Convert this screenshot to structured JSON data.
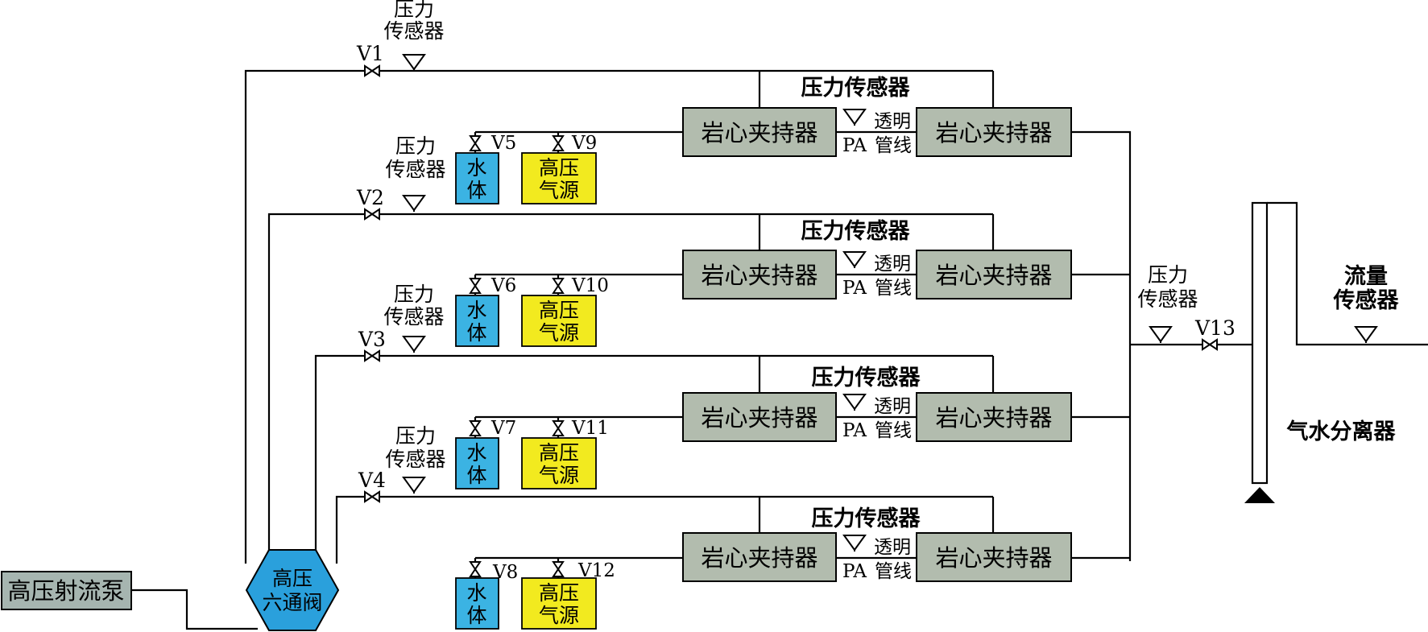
{
  "labels": {
    "pressure_sensor": "压力传感器",
    "pressure_line1": "压力",
    "pressure_line2": "传感器",
    "core_holder": "岩心夹持器",
    "water_line1": "水",
    "water_line2": "体",
    "gas_line1": "高压",
    "gas_line2": "气源",
    "transparent": "透明",
    "pipeline": "管线",
    "pa": "PA",
    "pump": "高压射流泵",
    "six_way_line1": "高压",
    "six_way_line2": "六通阀",
    "separator": "气水分离器",
    "flow_line1": "流量",
    "flow_line2": "传感器"
  },
  "valves": {
    "v1": "V1",
    "v2": "V2",
    "v3": "V3",
    "v4": "V4",
    "v5": "V5",
    "v6": "V6",
    "v7": "V7",
    "v8": "V8",
    "v9": "V9",
    "v10": "V10",
    "v11": "V11",
    "v12": "V12",
    "v13": "V13"
  },
  "colors": {
    "core_holder": "#b2bcae",
    "water": "#3bb3e3",
    "gas_source": "#f2ea1f",
    "six_way_valve": "#2aa0dc",
    "pump": "#a6b5b0"
  }
}
